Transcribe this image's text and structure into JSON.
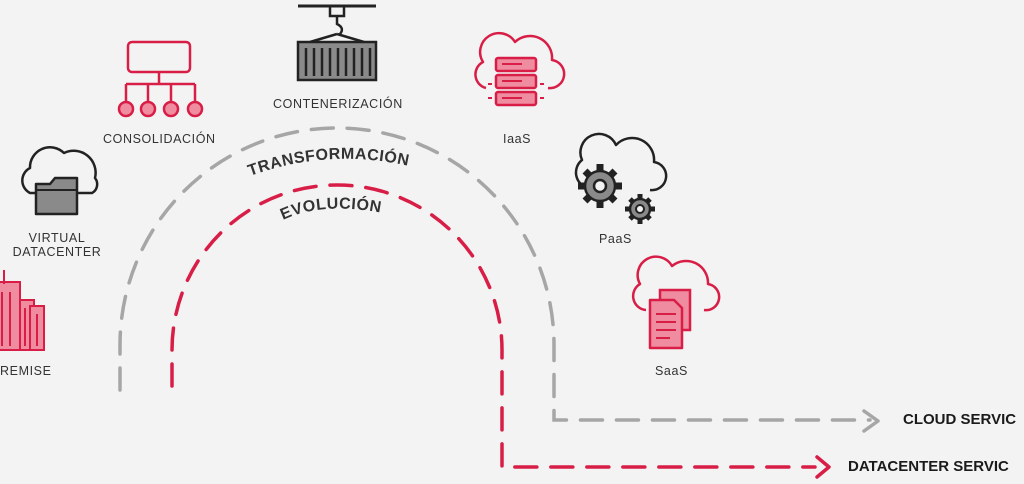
{
  "diagram": {
    "arc_labels": {
      "outer": "TRANSFORMACIÓN",
      "inner": "EVOLUCIÓN"
    },
    "stages": [
      {
        "id": "on-premise",
        "label": "REMISE",
        "icon": "buildings-icon"
      },
      {
        "id": "virtual-datacenter",
        "label_line1": "VIRTUAL",
        "label_line2": "DATACENTER",
        "icon": "cloud-folder-icon"
      },
      {
        "id": "consolidation",
        "label": "CONSOLIDACIÓN",
        "icon": "network-hierarchy-icon"
      },
      {
        "id": "containerization",
        "label": "CONTENERIZACIÓN",
        "icon": "shipping-container-icon"
      },
      {
        "id": "iaas",
        "label": "IaaS",
        "icon": "cloud-server-icon"
      },
      {
        "id": "paas",
        "label": "PaaS",
        "icon": "cloud-gears-icon"
      },
      {
        "id": "saas",
        "label": "SaaS",
        "icon": "cloud-documents-icon"
      }
    ],
    "outputs": {
      "cloud": "CLOUD SERVIC",
      "datacenter": "DATACENTER SERVIC"
    },
    "colors": {
      "accent": "#d81e46",
      "accent_light": "#f08ca0",
      "gray_path": "#a6a6a6",
      "icon_dark": "#222222",
      "icon_gray": "#8a8a8a",
      "background": "#f3f3f3"
    }
  }
}
